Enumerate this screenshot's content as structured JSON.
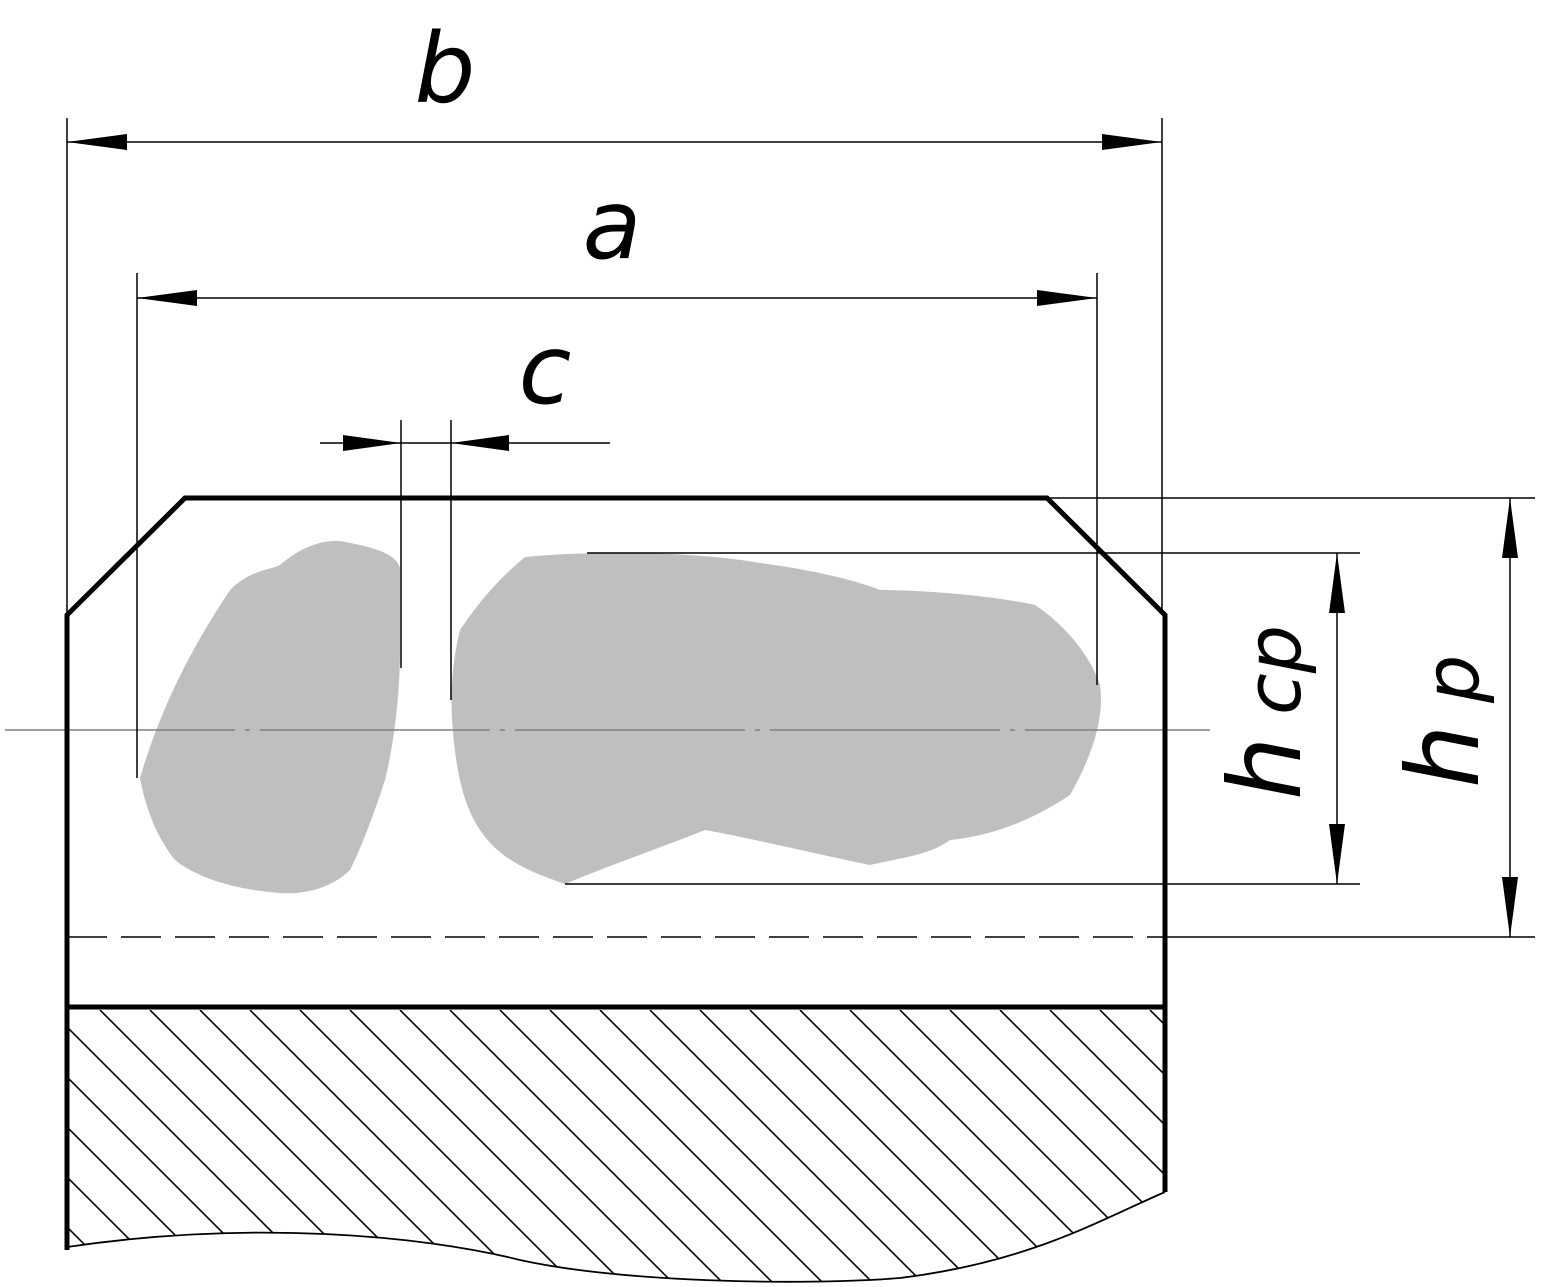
{
  "labels": {
    "b": "b",
    "a": "a",
    "c": "c",
    "h_cp_main": "h",
    "h_cp_sub": "ср",
    "h_p_main": "h",
    "h_p_sub": "р"
  },
  "colors": {
    "line": "#000000",
    "fill": "#bfbfbf",
    "axis": "#808080",
    "background": "#ffffff"
  }
}
